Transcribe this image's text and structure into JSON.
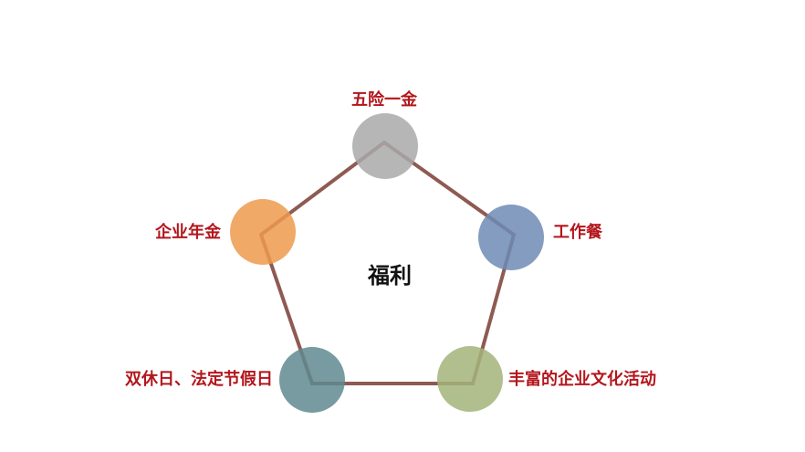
{
  "center": {
    "label": "福利"
  },
  "nodes": [
    {
      "id": "top",
      "label": "五险一金",
      "color": "#a9a9a9"
    },
    {
      "id": "right-upper",
      "label": "工作餐",
      "color": "#6f8bb5"
    },
    {
      "id": "right-lower",
      "label": "丰富的企业文化活动",
      "color": "#a3b47a"
    },
    {
      "id": "left-lower",
      "label": "双休日、法定节假日",
      "color": "#5f8a8f"
    },
    {
      "id": "left-upper",
      "label": "企业年金",
      "color": "#ee9a4d"
    }
  ],
  "colors": {
    "pentagon_stroke": "#8e5a52",
    "label_text": "#b3161c"
  }
}
